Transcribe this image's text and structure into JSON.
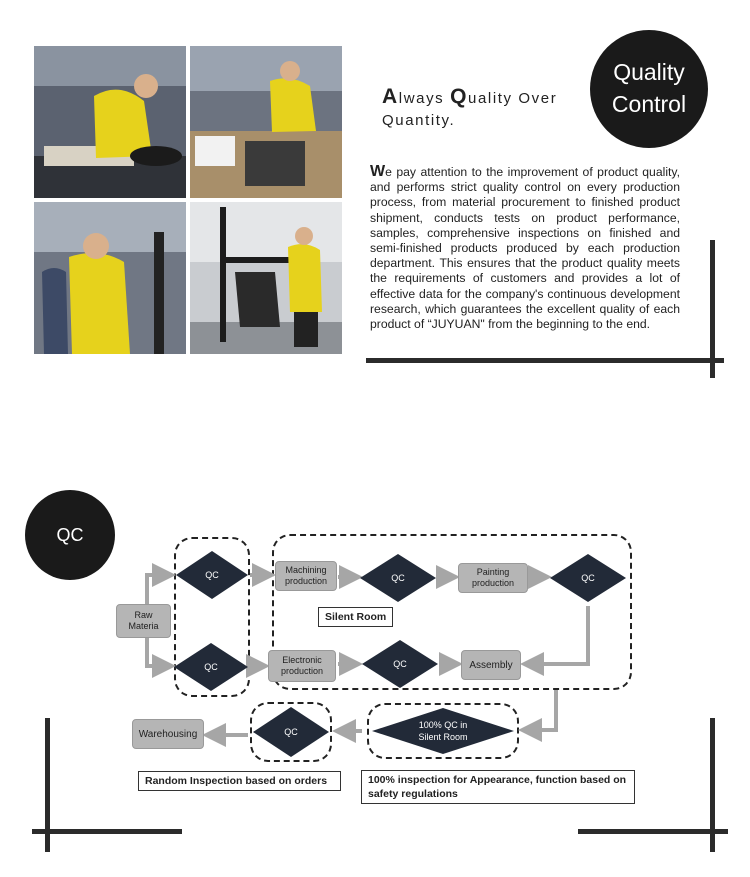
{
  "header": {
    "circle_line1": "Quality",
    "circle_line2": "Control",
    "headline": {
      "w1_cap": "A",
      "w1_rest": "lways",
      "w2_cap": "Q",
      "w2_rest": "uality",
      "w3": "Over",
      "w4": "Quantity."
    }
  },
  "description": {
    "dropcap": "W",
    "text": "e pay attention to the improvement of product quality, and performs strict quality control on every production process, from material procurement to finished product shipment, conducts tests on product performance, samples, comprehensive inspections on finished and semi-finished products produced by each production department. This ensures that the product quality meets the requirements of customers and provides a lot of effective data for the company's continuous development research, which guarantees the excellent quality of each product of “JUYUAN\" from the beginning to the end."
  },
  "flow": {
    "title": "QC",
    "raw": "Raw\nMateria",
    "qc_top": "QC",
    "qc_bottom": "QC",
    "machining": "Machining\nproduction",
    "qc_machining": "QC",
    "painting": "Painting\nproduction",
    "qc_painting": "QC",
    "electronic": "Electronic\nproduction",
    "qc_electronic": "QC",
    "assembly": "Assembly",
    "silent_room": "Silent Room",
    "qc_100": "100% QC in\nSilent Room",
    "qc_final": "QC",
    "warehousing": "Warehousing",
    "random_note": "Random Inspection based on orders",
    "full_note": "100% inspection for Appearance, function based on safety regulations"
  }
}
